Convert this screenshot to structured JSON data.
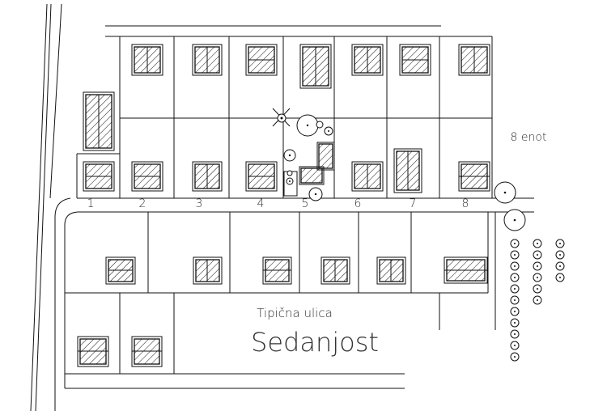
{
  "plan": {
    "plot_numbers": [
      "1",
      "2",
      "3",
      "4",
      "5",
      "6",
      "7",
      "8"
    ],
    "unit_count_label": "8 enot",
    "street_caption": "Tipična ulica",
    "street_title": "Sedanjost"
  }
}
